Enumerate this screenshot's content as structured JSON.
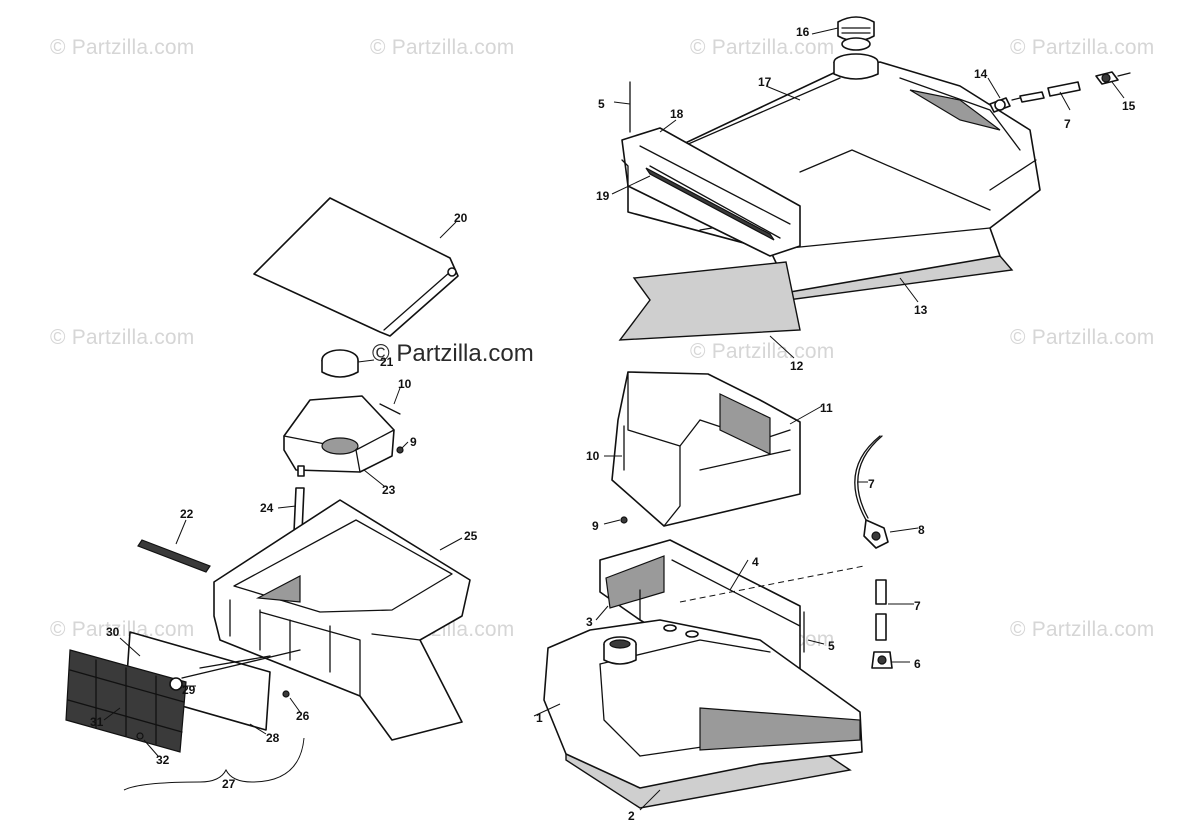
{
  "watermark": {
    "text": "© Partzilla.com",
    "center_text": "© Partzilla.com"
  },
  "callouts": [
    {
      "id": "c1",
      "label": "1"
    },
    {
      "id": "c2",
      "label": "2"
    },
    {
      "id": "c3",
      "label": "3"
    },
    {
      "id": "c4",
      "label": "4"
    },
    {
      "id": "c5a",
      "label": "5"
    },
    {
      "id": "c5b",
      "label": "5"
    },
    {
      "id": "c6",
      "label": "6"
    },
    {
      "id": "c7a",
      "label": "7"
    },
    {
      "id": "c7b",
      "label": "7"
    },
    {
      "id": "c7c",
      "label": "7"
    },
    {
      "id": "c8",
      "label": "8"
    },
    {
      "id": "c9a",
      "label": "9"
    },
    {
      "id": "c9b",
      "label": "9"
    },
    {
      "id": "c10a",
      "label": "10"
    },
    {
      "id": "c10b",
      "label": "10"
    },
    {
      "id": "c11",
      "label": "11"
    },
    {
      "id": "c12",
      "label": "12"
    },
    {
      "id": "c13",
      "label": "13"
    },
    {
      "id": "c14",
      "label": "14"
    },
    {
      "id": "c15",
      "label": "15"
    },
    {
      "id": "c16",
      "label": "16"
    },
    {
      "id": "c17",
      "label": "17"
    },
    {
      "id": "c18",
      "label": "18"
    },
    {
      "id": "c19",
      "label": "19"
    },
    {
      "id": "c20",
      "label": "20"
    },
    {
      "id": "c21",
      "label": "21"
    },
    {
      "id": "c22",
      "label": "22"
    },
    {
      "id": "c23",
      "label": "23"
    },
    {
      "id": "c24",
      "label": "24"
    },
    {
      "id": "c25",
      "label": "25"
    },
    {
      "id": "c26",
      "label": "26"
    },
    {
      "id": "c27",
      "label": "27"
    },
    {
      "id": "c28",
      "label": "28"
    },
    {
      "id": "c29",
      "label": "29"
    },
    {
      "id": "c30",
      "label": "30"
    },
    {
      "id": "c31",
      "label": "31"
    },
    {
      "id": "c32",
      "label": "32"
    }
  ]
}
